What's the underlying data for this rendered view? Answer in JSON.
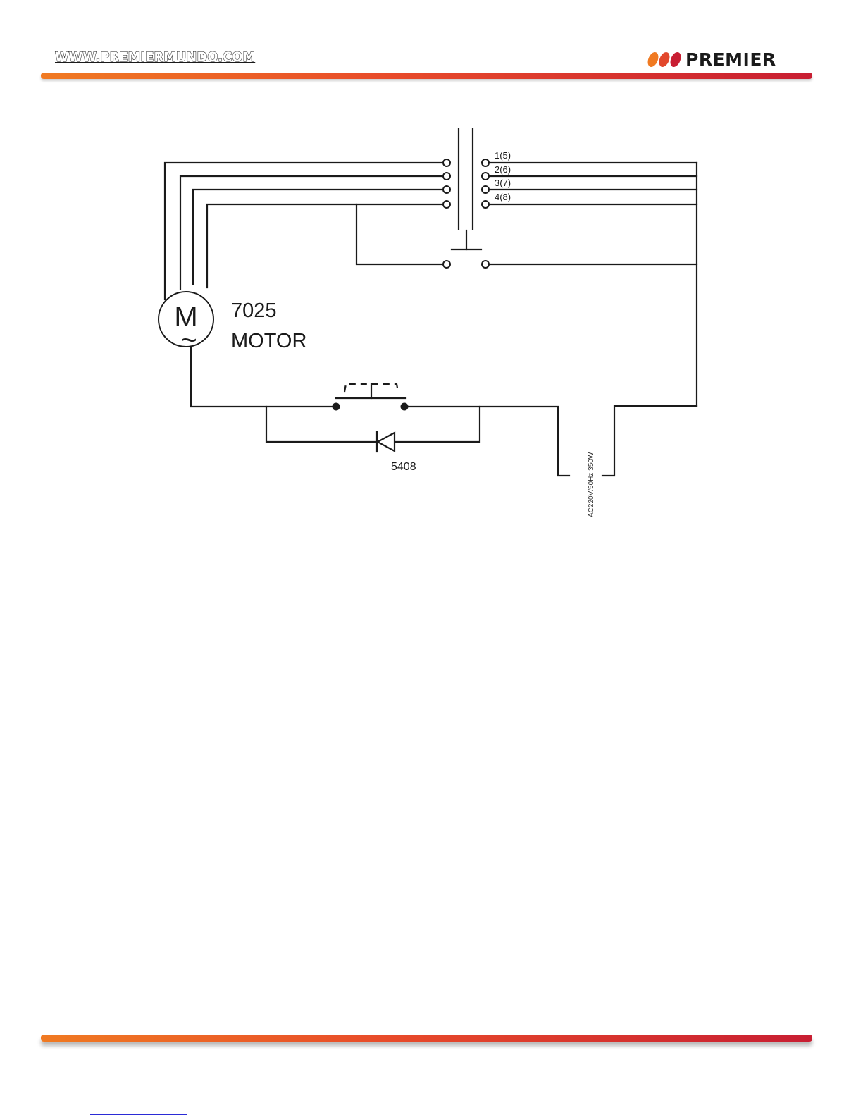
{
  "header": {
    "url": "WWW.PREMIERMUNDO.COM",
    "brand": "PREMIER"
  },
  "colors": {
    "accent_orange": "#f07a22",
    "accent_red": "#c81e32",
    "line": "#1a1a1a"
  },
  "diagram": {
    "terminals": [
      "1(5)",
      "2(6)",
      "3(7)",
      "4(8)"
    ],
    "motor_symbol": "M",
    "motor_ac_symbol": "~",
    "motor_model": "7025",
    "motor_label": "MOTOR",
    "diode_label": "5408",
    "power_label": "AC220V/50Hz 350W"
  }
}
